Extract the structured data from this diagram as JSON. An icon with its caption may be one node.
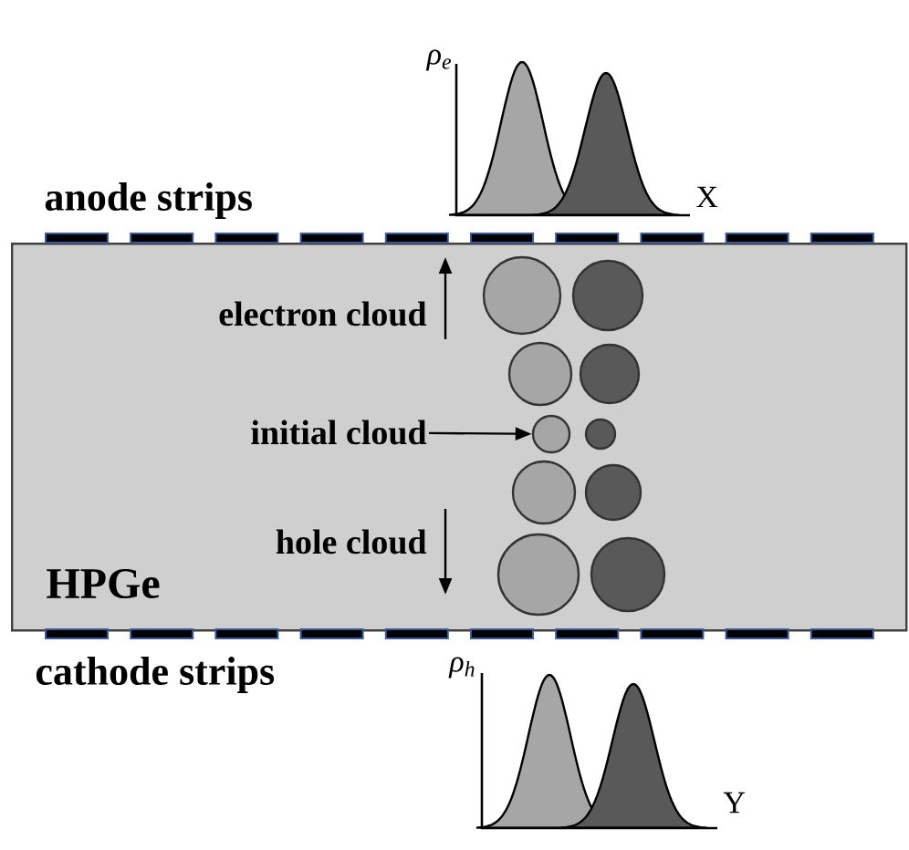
{
  "diagram": {
    "nodes": [
      {
        "text": [
          "HPGe"
        ]
      },
      {
        "text": [
          "initial cloud"
        ],
        "in": 0
      },
      {
        "text": [],
        "shape": "circle",
        "in": 0
      }
    ],
    "edges": [
      {
        "from": 1,
        "to": 2,
        "arrow": "to"
      }
    ],
    "labels": [
      "ρ$_{e}$",
      "X",
      "anode strips",
      "electron cloud",
      "hole cloud",
      "cathode strips",
      "ρ$_{h}$",
      "Y"
    ]
  }
}
